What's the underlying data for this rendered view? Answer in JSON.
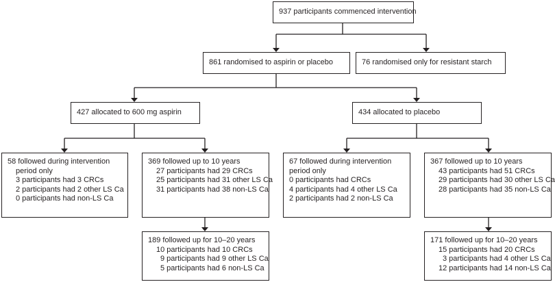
{
  "flowchart": {
    "top": "937 participants commenced intervention",
    "randomised": "861 randomised to aspirin or placebo",
    "starch": "76 randomised only for resistant starch",
    "aspirin": "427 allocated to 600 mg aspirin",
    "placebo": "434 allocated to  placebo",
    "aspirin_intervention": {
      "lines": [
        "58 followed during intervention",
        "period only",
        "3 participants had 3 CRCs",
        "2 participants had 2 other LS Ca",
        "0 participants had non-LS Ca"
      ]
    },
    "aspirin_10y": {
      "lines": [
        "369 followed up to 10 years",
        "27 participants had 29 CRCs",
        "25 participants had 31 other LS Ca",
        "31 participants had 38 non-LS Ca"
      ]
    },
    "aspirin_20y": {
      "lines": [
        "189 followed up for 10–20 years",
        "10 participants had 10 CRCs",
        "9 participants had 9 other LS Ca",
        "5 participants had 6 non-LS Ca"
      ]
    },
    "placebo_intervention": {
      "lines": [
        "67 followed during intervention",
        "period only",
        "0 participants had CRCs",
        "4 participants had 4 other LS Ca",
        "2 participants had 2 non-LS Ca"
      ]
    },
    "placebo_10y": {
      "lines": [
        "367 followed up to 10 years",
        "43 participants had 51 CRCs",
        "29 participants had 30 other LS Ca",
        "28 participants had 35 non-LS Ca"
      ]
    },
    "placebo_20y": {
      "lines": [
        "171 followed up for 10–20 years",
        "15 participants had 20 CRCs",
        "3 participants had 4 other LS Ca",
        "12 participants had 14 non-LS Ca"
      ]
    }
  }
}
